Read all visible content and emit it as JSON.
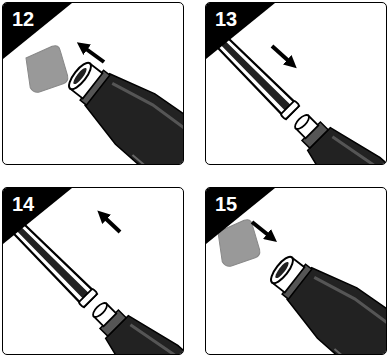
{
  "diagram": {
    "nodes": [
      {
        "text": [
          "12"
        ]
      },
      {
        "text": [
          "13"
        ]
      },
      {
        "text": [
          "14"
        ]
      },
      {
        "text": [
          "15"
        ]
      }
    ]
  }
}
